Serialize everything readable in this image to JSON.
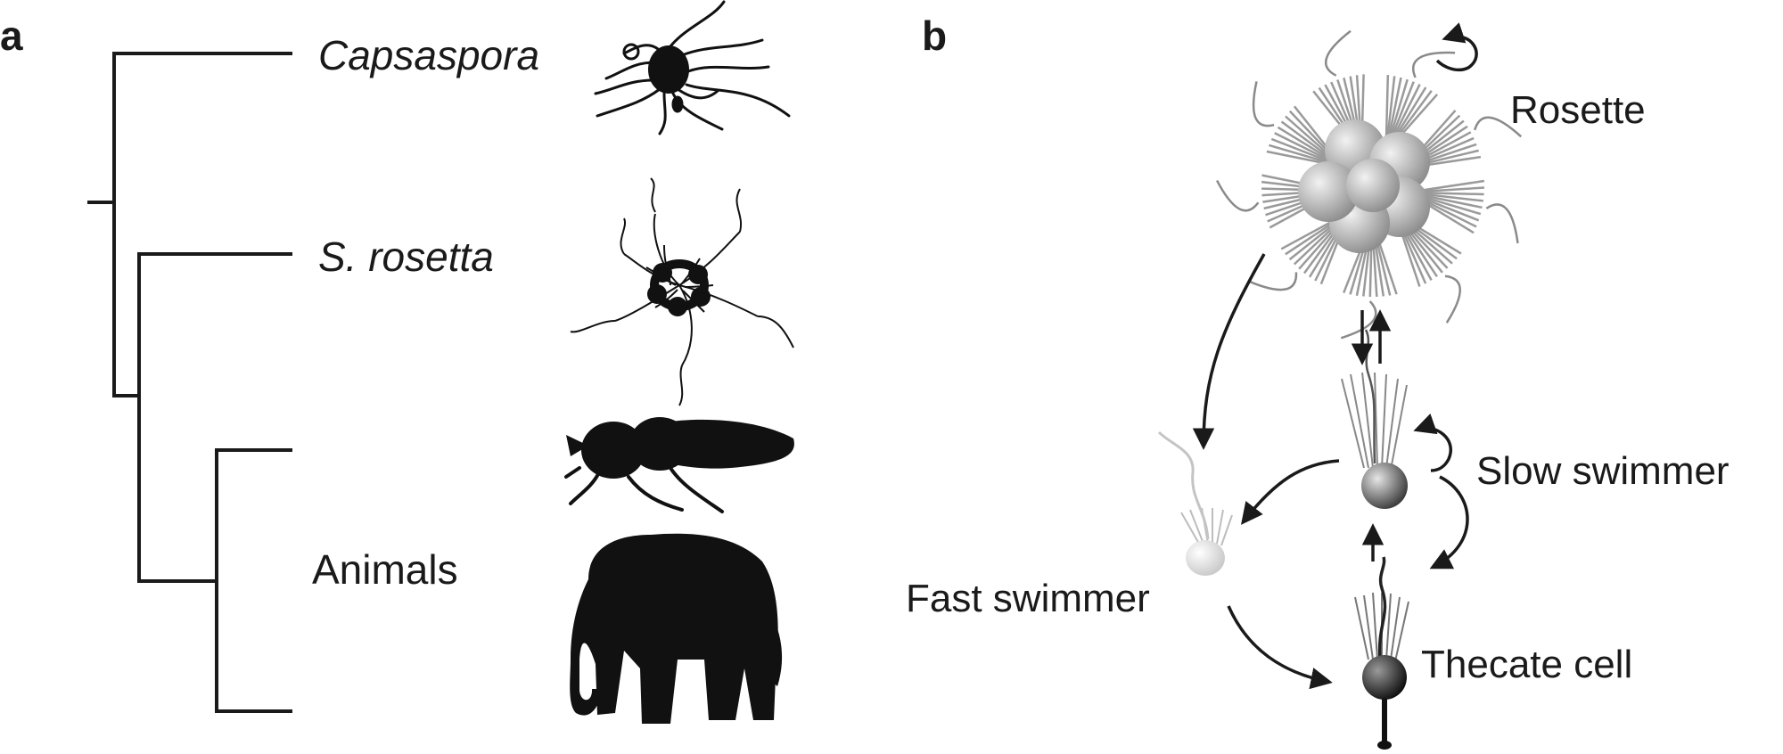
{
  "panels": {
    "a": {
      "letter": "a",
      "taxa": {
        "capsaspora": "Capsaspora",
        "s_rosetta": "S. rosetta",
        "animals": "Animals"
      },
      "silhouette_icons": [
        "capsaspora-cell-icon",
        "rosette-colony-icon",
        "fly-icon",
        "elephant-icon"
      ]
    },
    "b": {
      "letter": "b",
      "states": {
        "rosette": "Rosette",
        "slow_swimmer": "Slow swimmer",
        "fast_swimmer": "Fast swimmer",
        "thecate_cell": "Thecate cell"
      }
    }
  },
  "colors": {
    "ink": "#1a1a1a",
    "rosette_gray": "#9a9a9a",
    "fast_swimmer_light": "#d9d9d9",
    "slow_swimmer_dark": "#555555",
    "thecate_black": "#111111"
  }
}
